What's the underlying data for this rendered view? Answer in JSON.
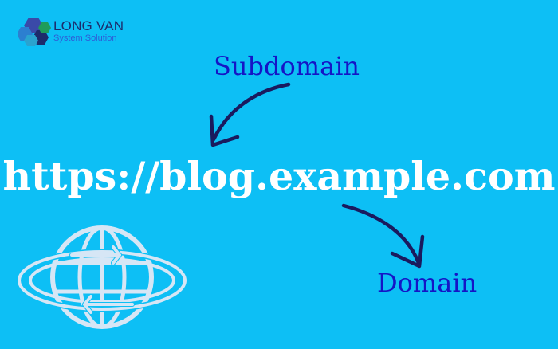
{
  "brand": {
    "name": "LONG VAN",
    "tagline": "System Solution"
  },
  "labels": {
    "subdomain": "Subdomain",
    "domain": "Domain"
  },
  "url": "https://blog.example.com",
  "colors": {
    "background": "#0dbff5",
    "label": "#1515c6",
    "arrow": "#1a1a5e",
    "url_text": "#ffffff",
    "globe_icon": "#d6e6f5"
  },
  "icons": [
    "logo-mark",
    "subdomain-arrow",
    "domain-arrow",
    "globe-exchange-icon"
  ]
}
